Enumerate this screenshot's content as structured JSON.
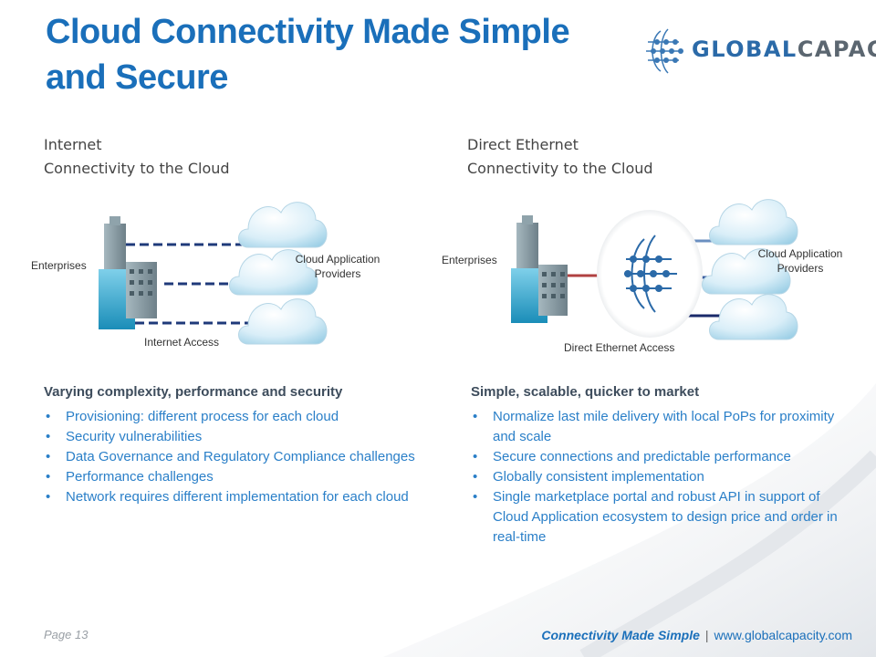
{
  "title": "Cloud Connectivity Made Simple and Secure",
  "logo": {
    "text_prefix": "GLOBAL",
    "text_suffix": "CAPACITY"
  },
  "left": {
    "heading_line1": "Internet",
    "heading_line2": "Connectivity to the Cloud",
    "diagram": {
      "enterprises_label": "Enterprises",
      "providers_label": "Cloud Application Providers",
      "access_label": "Internet Access"
    },
    "section_title": "Varying complexity, performance and security",
    "bullets": [
      "Provisioning: different process for each cloud",
      "Security vulnerabilities",
      "Data Governance and Regulatory Compliance challenges",
      "Performance challenges",
      "Network requires different implementation for each cloud"
    ]
  },
  "right": {
    "heading_line1": "Direct Ethernet",
    "heading_line2": "Connectivity to the Cloud",
    "diagram": {
      "enterprises_label": "Enterprises",
      "providers_label": "Cloud Application Providers",
      "access_label": "Direct Ethernet Access"
    },
    "section_title": "Simple, scalable, quicker to market",
    "bullets": [
      "Normalize last mile delivery with local PoPs for proximity and scale",
      "Secure connections and predictable performance",
      "Globally consistent implementation",
      "Single marketplace portal and robust API in support of Cloud Application ecosystem to design price and order in real-time"
    ]
  },
  "footer": {
    "page": "Page 13",
    "tagline": "Connectivity Made Simple",
    "separator": "|",
    "url": "www.globalcapacity.com"
  },
  "colors": {
    "title": "#1a6fba",
    "bullet_text": "#2a7fc8",
    "section_title": "#3d4c5c",
    "dashed_line": "#1f3a7a",
    "enterprise_link": "#b04040"
  }
}
